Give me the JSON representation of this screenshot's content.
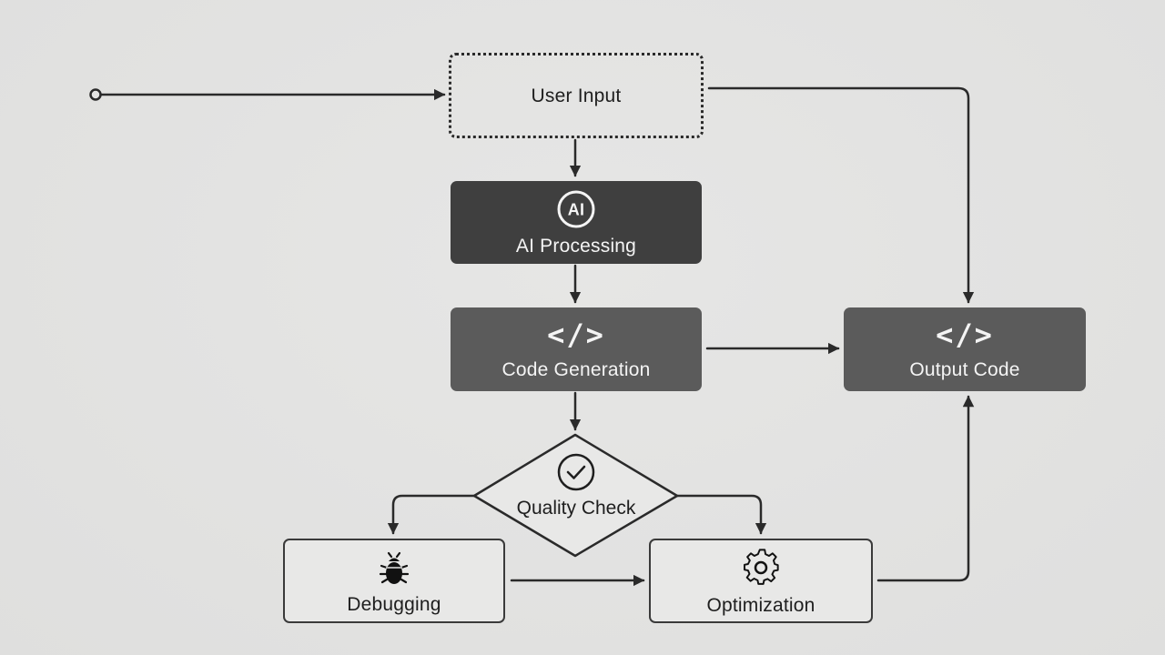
{
  "nodes": {
    "user_input": "User Input",
    "ai_processing": "AI Processing",
    "ai_badge": "AI",
    "code_generation": "Code Generation",
    "code_glyph": "</>",
    "quality_check": "Quality Check",
    "debugging": "Debugging",
    "optimization": "Optimization",
    "output_code": "Output Code"
  },
  "icons": {
    "ai_processing": "ai-badge-icon",
    "code_generation": "code-brackets-icon",
    "quality_check": "checkmark-circle-icon",
    "debugging": "bug-icon",
    "optimization": "gear-icon",
    "output_code": "code-brackets-icon"
  },
  "colors": {
    "background": "#e3e3e2",
    "dark_node": "#3f3f3f",
    "mid_node": "#5b5b5b",
    "line": "#2a2a2a"
  }
}
